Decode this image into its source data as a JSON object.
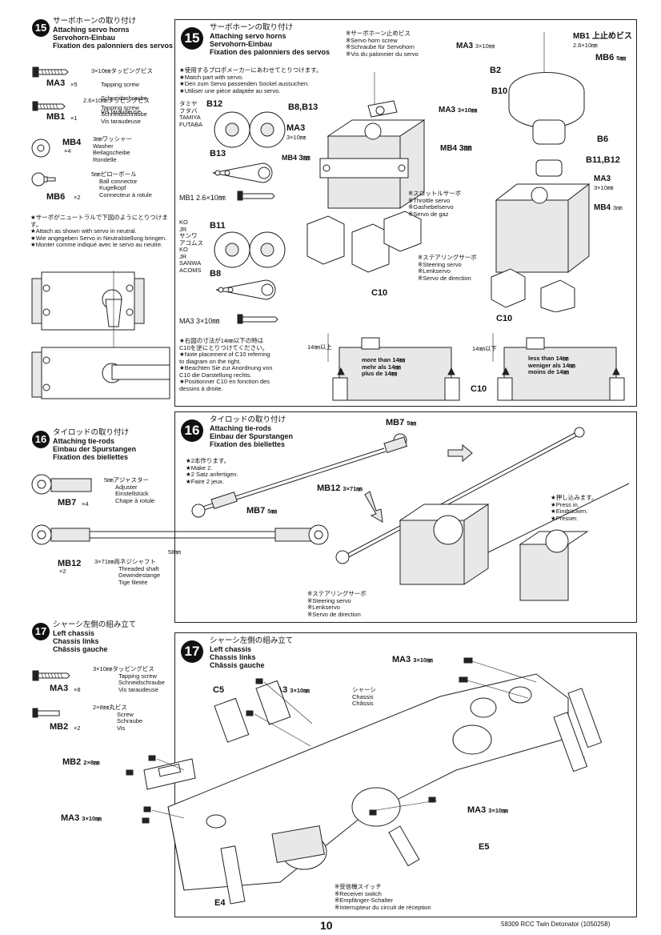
{
  "step15": {
    "number": "15",
    "heading_jp": "サーボホーンの取り付け",
    "heading_en": "Attaching servo horns",
    "heading_de": "Servohorn-Einbau",
    "heading_fr": "Fixation des palonniers des servos",
    "parts": [
      {
        "code": "MA3",
        "qty": "×5",
        "jp": "3×10㎜タッピングビス",
        "en": "Tapping screw",
        "de": "Schneidschraube",
        "fr": "Vis taraudeuse"
      },
      {
        "code": "MB1",
        "qty": "×1",
        "jp": "2.6×10㎜タッピングビス",
        "en": "Tapping screw",
        "de": "Schneidschraube",
        "fr": "Vis taraudeuse"
      },
      {
        "code": "MB4",
        "qty": "×4",
        "jp": "3㎜ワッシャー",
        "en": "Washer",
        "de": "Beilagscheibe",
        "fr": "Rondelle"
      },
      {
        "code": "MB6",
        "qty": "×2",
        "jp": "5㎜ピローボール",
        "en": "Ball connector",
        "de": "Kugelkopf",
        "fr": "Connecteur à rotule"
      }
    ],
    "neutral_note": "★サーボがニュートラルで下図のようにとりつけます。\n★Attach as shown with servo in neutral.\n★Wie angegeben Servo in Neutralstellung bringen.\n★Monter comme indiqué avec le servo au neutre.",
    "maker_note": "★使用するプロポメーカーにあわせてとりつけます。\n★Match part with servo.\n★Den zum Servo passenden Sockel aussuchen.\n★Utiliser une pièce adaptée au servo.",
    "brands_1": "タミヤ\nフタバ\nTAMIYA\nFUTABA",
    "brands_2": "KO\nJR\nサンワ\nアコムス\nKO\nJR\nSANWA\nACOMS",
    "horn_screw_note": "※サーボホーン止めビス\n※Servo horn screw\n※Schraube für Servohorn\n※Vis du palonnier du servo",
    "throttle_note": "※スロットルサーボ\n※Throttle servo\n※Gashebelservo\n※Servo de gaz",
    "steering_note": "※ステアリングサーボ\n※Steering servo\n※Lenkservo\n※Servo de direction",
    "c10_note": "★右図の寸法が14㎜以下の時は\nC10を逆にとりつけてください。\n★Note placement of C10 referring\nto diagram on the right.\n★Beachten Sie zur Anordnung von\nC10 die Darstellung rechts.\n★Positionner C10 en fonction des\ndessins à droite.",
    "dim_over": "14㎜以上",
    "dim_under": "14㎜以下",
    "more_than": "more than 14㎜\nmehr als 14㎜\nplus de 14㎜",
    "less_than": "less than 14㎜\nweniger als 14㎜\nmoins de 14㎜",
    "labels": {
      "b12": "B12",
      "b13": "B13",
      "b11": "B11",
      "b8": "B8",
      "mb1_26": "MB1 2.6×10㎜",
      "ma3_310": "MA3 3×10㎜",
      "b8b13": "B8,B13",
      "ma3": "MA3",
      "size_310": "3×10㎜",
      "mb4_3": "MB4 3㎜",
      "c10": "C10",
      "mb1_top": "MB1 上止めビス",
      "mb1_size": "2.6×10㎜",
      "ma3_r": "MA3",
      "ma3_r_size": "3×10㎜",
      "b2": "B2",
      "mb6": "MB6",
      "mb6_size": "5㎜",
      "b10": "B10",
      "b6": "B6",
      "b11b12": "B11,B12",
      "ma3_r2": "MA3",
      "ma3_r2_size": "3×10㎜",
      "mb4_r": "MB4",
      "mb4_r_size": "3㎜",
      "c10_mid": "C10",
      "c10_right": "C10"
    }
  },
  "step16": {
    "number": "16",
    "heading_jp": "タイロッドの取り付け",
    "heading_en": "Attaching tie-rods",
    "heading_de": "Einbau der Spurstangen",
    "heading_fr": "Fixation des biellettes",
    "parts": [
      {
        "code": "MB7",
        "qty": "×4",
        "jp": "5㎜アジャスター",
        "en": "Adjuster",
        "de": "Einstellstück",
        "fr": "Chape à rotule"
      },
      {
        "code": "MB12",
        "qty": "×2",
        "jp": "3×71㎜両ネジシャフト",
        "en": "Threaded shaft",
        "de": "Gewindestange",
        "fr": "Tige filetée"
      }
    ],
    "length": "58㎜",
    "make2": "★2本作ります。\n★Make 2.\n★2 Satz anfertigen.\n★Faire 2 jeux.",
    "press_in": "★押し込みます。\n★Press in.\n★Eindrücken.\n★Presser.",
    "steering_note": "※ステアリングサーボ\n※Steering servo\n※Lenkservo\n※Servo de direction",
    "labels": {
      "mb7_top": "MB7",
      "mb7_top_size": "5㎜",
      "mb12": "MB12",
      "mb12_size": "3×71㎜",
      "mb7_bot": "MB7",
      "mb7_bot_size": "5㎜"
    }
  },
  "step17": {
    "number": "17",
    "heading_jp": "シャーシ左側の組み立て",
    "heading_en": "Left chassis",
    "heading_de": "Chassis links",
    "heading_fr": "Châssis gauche",
    "parts": [
      {
        "code": "MA3",
        "qty": "×8",
        "jp": "3×10㎜タッピングビス",
        "en": "Tapping screw",
        "de": "Schneidschraube",
        "fr": "Vis taraudeuse"
      },
      {
        "code": "MB2",
        "qty": "×2",
        "jp": "2×8㎜丸ビス",
        "en": "Screw",
        "de": "Schraube",
        "fr": "Vis"
      }
    ],
    "chassis_note": "シャーシ\nChassis\nChâssis",
    "switch_note": "※受信機スイッチ\n※Receiver switch\n※Empfänger-Schalter\n※Interrupteur du circuit de réception",
    "labels": {
      "ma3_top": "MA3",
      "ma3_top_size": "3×10㎜",
      "c5": "C5",
      "ma3_mid": "MA3",
      "ma3_mid_size": "3×10㎜",
      "e4_r": "E4",
      "mb2": "MB2",
      "mb2_size": "2×8㎜",
      "ma3_left": "MA3",
      "ma3_left_size": "3×10㎜",
      "ma3_right": "MA3",
      "ma3_right_size": "3×10㎜",
      "e5": "E5",
      "e4_b": "E4"
    }
  },
  "footer": {
    "page_number": "10",
    "doc_id": "58309 RCC Twin Detonator (1050258)"
  }
}
